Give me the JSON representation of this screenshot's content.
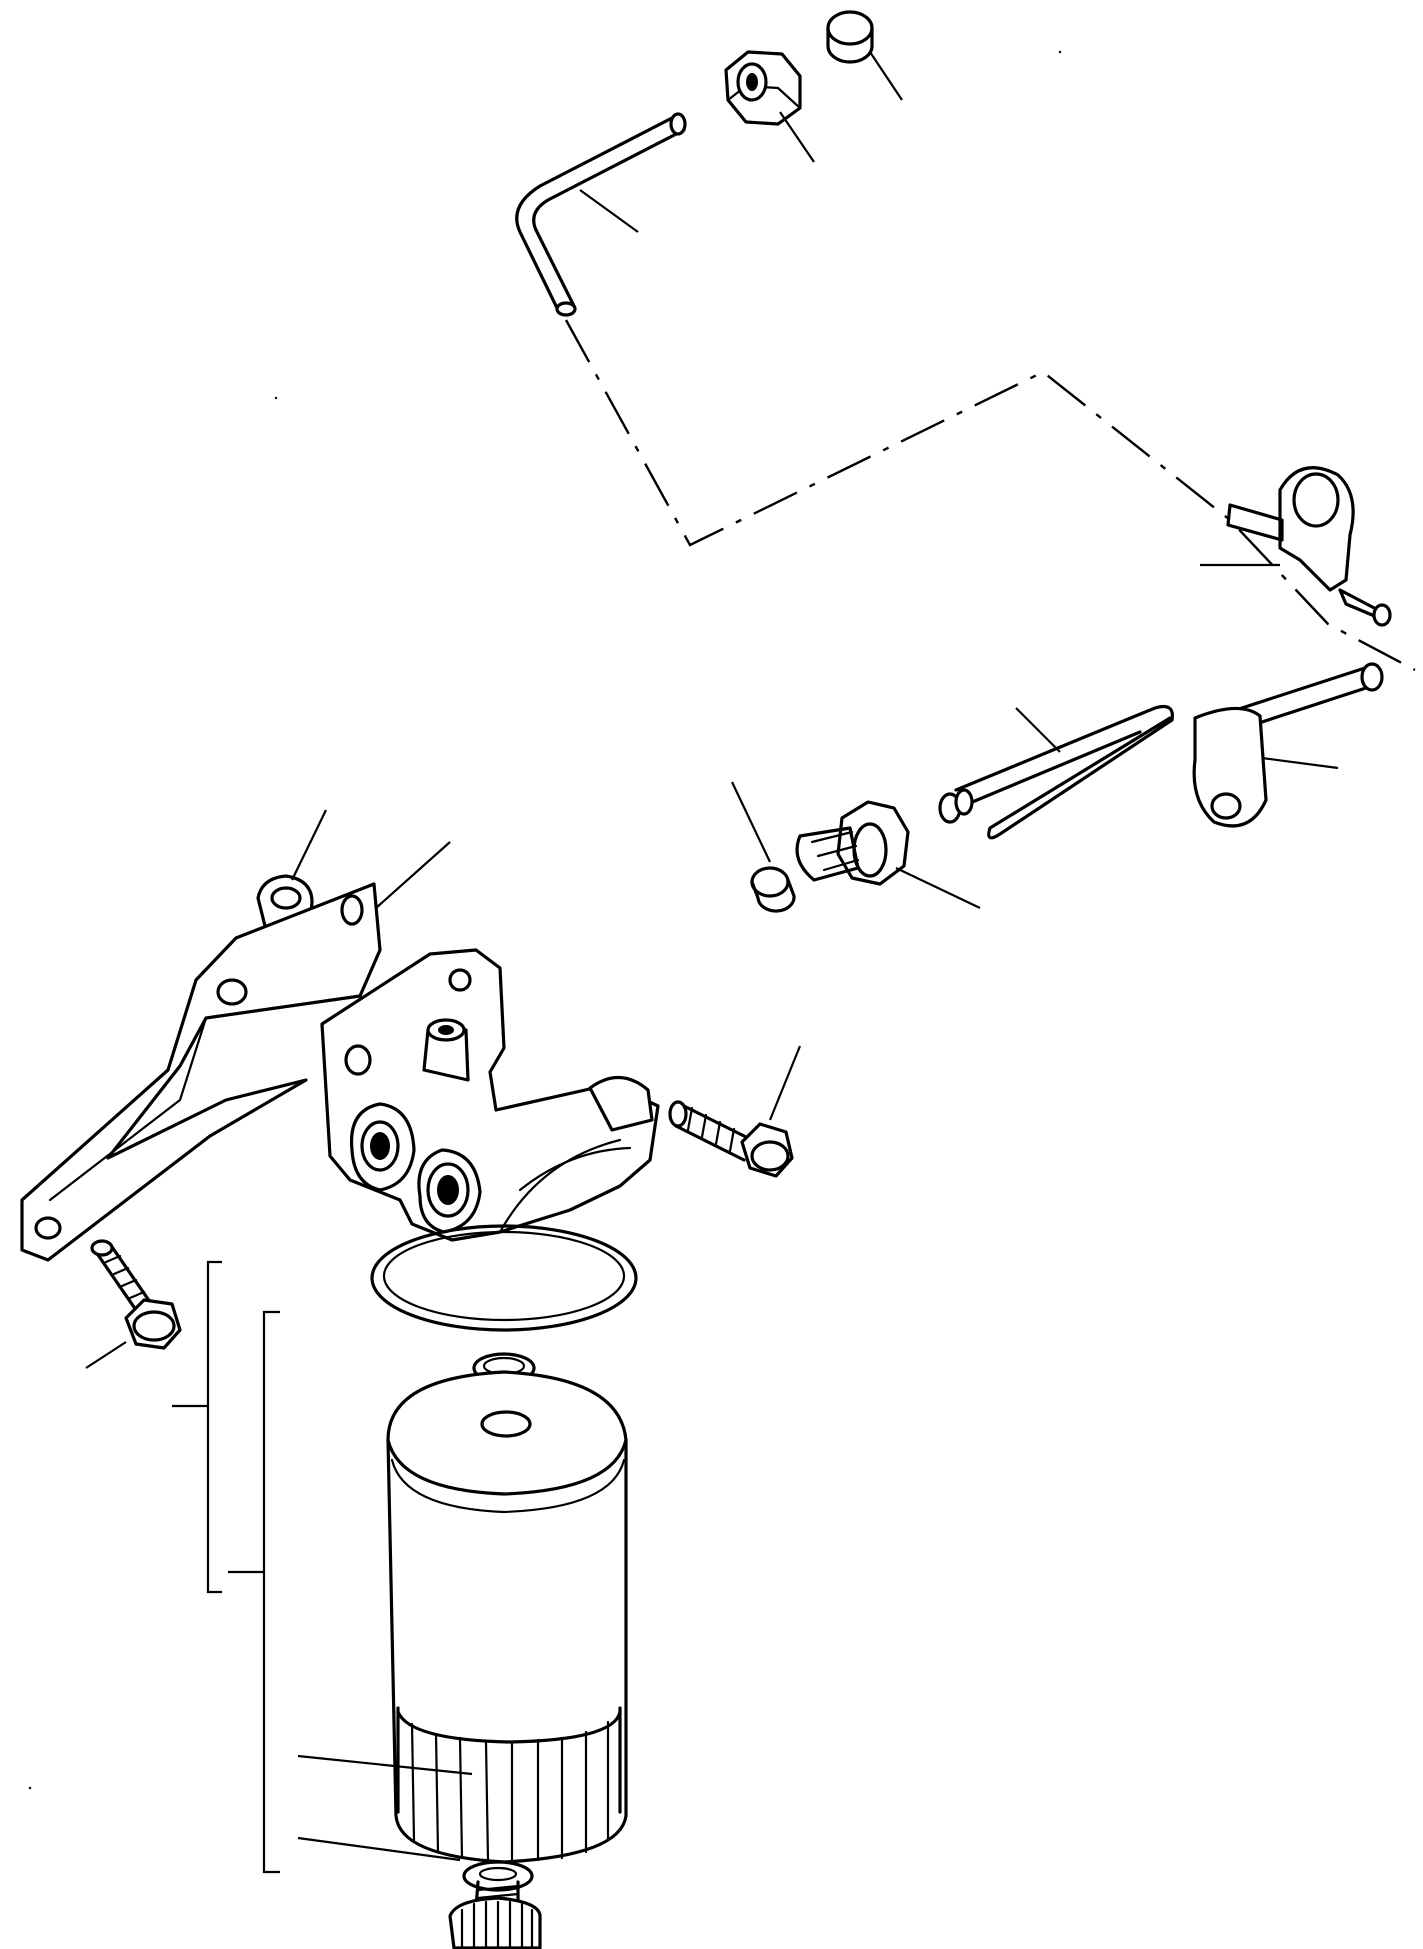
{
  "figure": {
    "type": "exploded parts diagram",
    "text_labels": [],
    "colors": {
      "line": "#000000",
      "background": "#ffffff"
    }
  },
  "parts": [
    "hex-nut",
    "sleeve",
    "bent-tube",
    "mounting-bracket",
    "flanged-nut",
    "filter-head",
    "flange-bolt-right",
    "flange-bolt-left",
    "o-ring",
    "sealing-ring",
    "filter-cartridge",
    "drain-seal",
    "drain-plug",
    "banjo-fitting",
    "hollow-bolt",
    "adapter-fitting",
    "collar",
    "pipe-bracket"
  ]
}
